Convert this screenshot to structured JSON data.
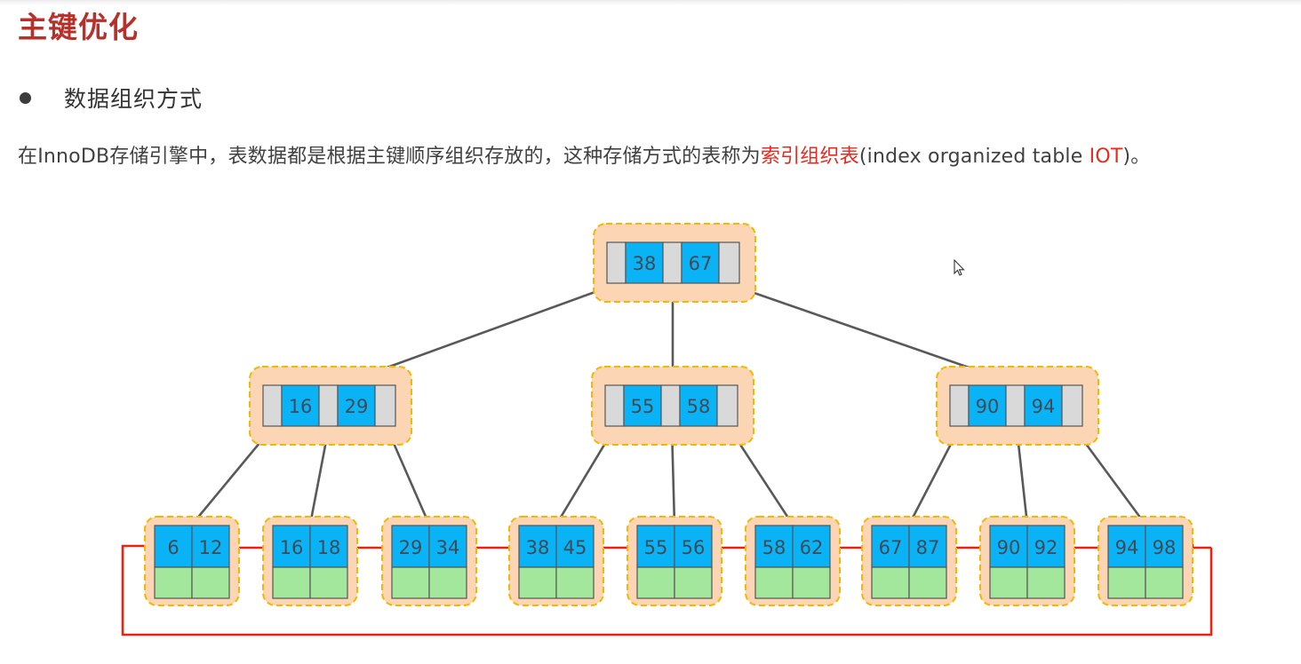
{
  "page": {
    "title": "主键优化",
    "bullet": "数据组织方式",
    "description": {
      "prefix": "在InnoDB存储引擎中，表数据都是根据主键顺序组织存放的，这种存储方式的表称为",
      "highlight": "索引组织表",
      "middle": "(index organized table ",
      "highlight2": "IOT",
      "suffix": ")。"
    }
  },
  "colors": {
    "title": "#b8302a",
    "highlight": "#e8291f",
    "node_bg": "#fcd5b5",
    "node_border": "#f5b800",
    "key_cell": "#0ab3f5",
    "pointer_cell": "#d9d9d9",
    "data_cell": "#a2e79c",
    "tree_arrow": "#595959",
    "leaf_link": "#ee2010"
  },
  "tree": {
    "root": {
      "keys": [
        "38",
        "67"
      ]
    },
    "internal": [
      {
        "keys": [
          "16",
          "29"
        ]
      },
      {
        "keys": [
          "55",
          "58"
        ]
      },
      {
        "keys": [
          "90",
          "94"
        ]
      }
    ],
    "leaves": [
      {
        "keys": [
          "6",
          "12"
        ]
      },
      {
        "keys": [
          "16",
          "18"
        ]
      },
      {
        "keys": [
          "29",
          "34"
        ]
      },
      {
        "keys": [
          "38",
          "45"
        ]
      },
      {
        "keys": [
          "55",
          "56"
        ]
      },
      {
        "keys": [
          "58",
          "62"
        ]
      },
      {
        "keys": [
          "67",
          "87"
        ]
      },
      {
        "keys": [
          "90",
          "92"
        ]
      },
      {
        "keys": [
          "94",
          "98"
        ]
      }
    ]
  },
  "icons": {
    "cursor": "mouse-pointer-icon"
  }
}
